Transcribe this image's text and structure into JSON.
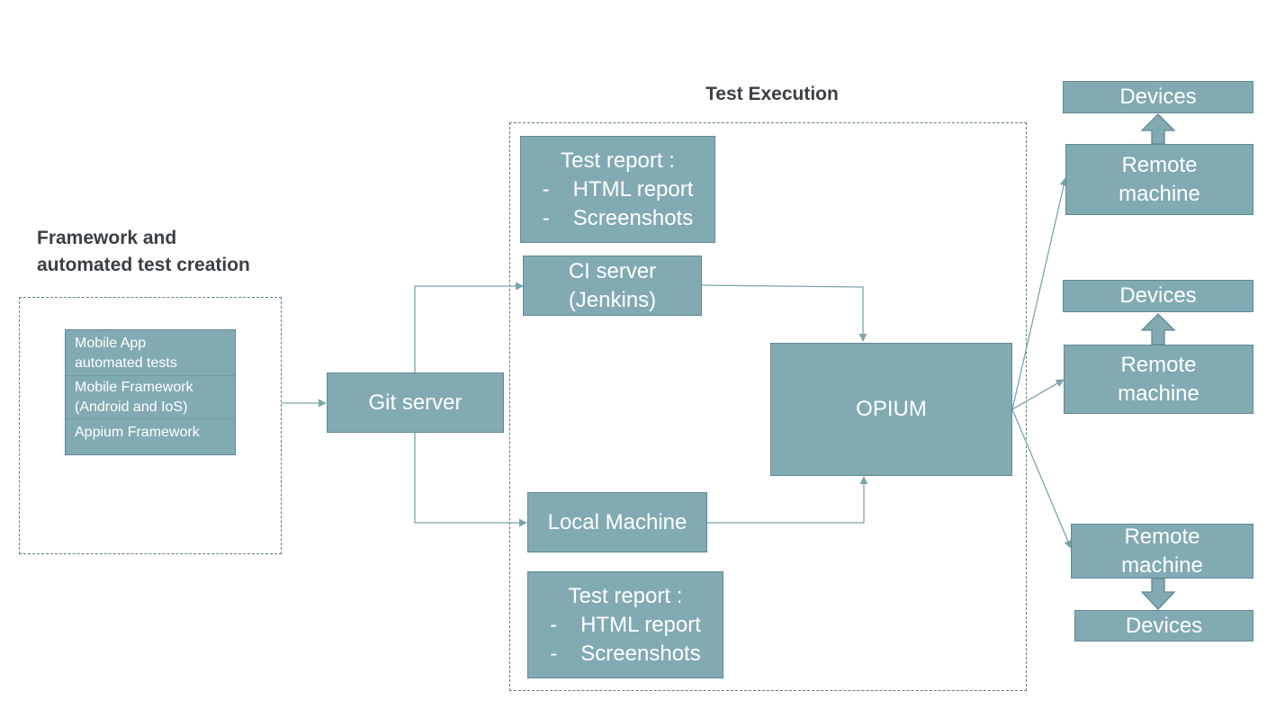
{
  "headings": {
    "test_execution": "Test Execution",
    "framework_line1": "Framework and",
    "framework_line2": "automated test creation"
  },
  "framework_stack": {
    "layer1_line1": "Mobile App",
    "layer1_line2": "automated tests",
    "layer2_line1": "Mobile Framework",
    "layer2_line2": "(Android and IoS)",
    "layer3": "Appium  Framework"
  },
  "nodes": {
    "git_server": "Git server",
    "ci_server_line1": "CI server",
    "ci_server_line2": "(Jenkins)",
    "local_machine": "Local Machine",
    "opium": "OPIUM",
    "remote_machine_line1": "Remote",
    "remote_machine_line2": "machine",
    "devices": "Devices"
  },
  "test_report": {
    "title": "Test report :",
    "items": [
      "HTML report",
      "Screenshots"
    ]
  },
  "colors": {
    "box_fill": "#82aab3",
    "box_border": "#5e8a93",
    "connector": "#7ba4ad",
    "dashed_border": "#5e7d80",
    "heading_text": "#3a3f44"
  }
}
